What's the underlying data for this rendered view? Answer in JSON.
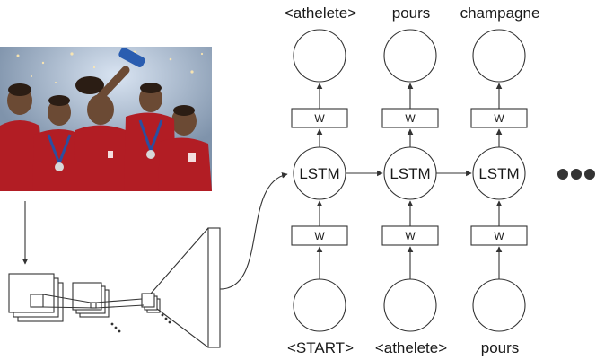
{
  "diagram": {
    "output_tokens": [
      "<athelete>",
      "pours",
      "champagne"
    ],
    "input_tokens": [
      "<START>",
      "<athelete>",
      "pours"
    ],
    "cell_label": "LSTM",
    "weight_label": "W",
    "continuation": "ellipsis-dots",
    "photo": "photo-celebration-players-red-jerseys",
    "colors": {
      "stroke": "#333333",
      "jersey": "#b21d24",
      "sky": "#8aa6c4",
      "bottle": "#2a5db0"
    }
  }
}
